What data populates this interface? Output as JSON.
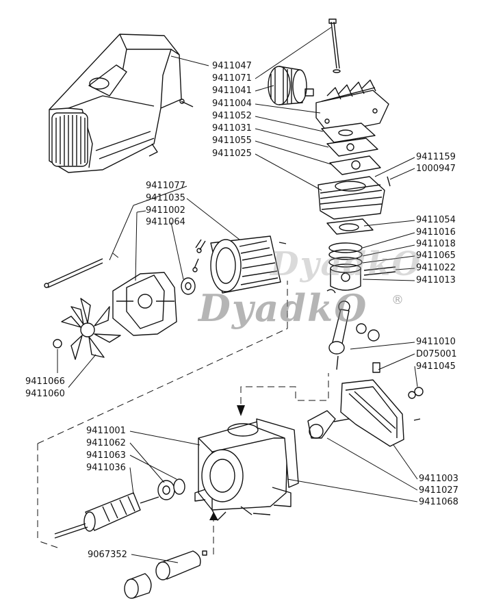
{
  "watermark": {
    "text": "DyadkO",
    "registered": "®"
  },
  "labels": {
    "9411047": "9411047",
    "9411071": "9411071",
    "9411041": "9411041",
    "9411004": "9411004",
    "9411052": "9411052",
    "9411031": "9411031",
    "9411055": "9411055",
    "9411025": "9411025",
    "9411159": "9411159",
    "1000947": "1000947",
    "9411077": "9411077",
    "9411035": "9411035",
    "9411002": "9411002",
    "9411064": "9411064",
    "9411054": "9411054",
    "9411016": "9411016",
    "9411018": "9411018",
    "9411065": "9411065",
    "9411022": "9411022",
    "9411013": "9411013",
    "9411066": "9411066",
    "9411060": "9411060",
    "9411010": "9411010",
    "D075001": "D075001",
    "9411045": "9411045",
    "9411001": "9411001",
    "9411062": "9411062",
    "9411063": "9411063",
    "9411036": "9411036",
    "9411003": "9411003",
    "9411027": "9411027",
    "9411068": "9411068",
    "9067352": "9067352"
  }
}
